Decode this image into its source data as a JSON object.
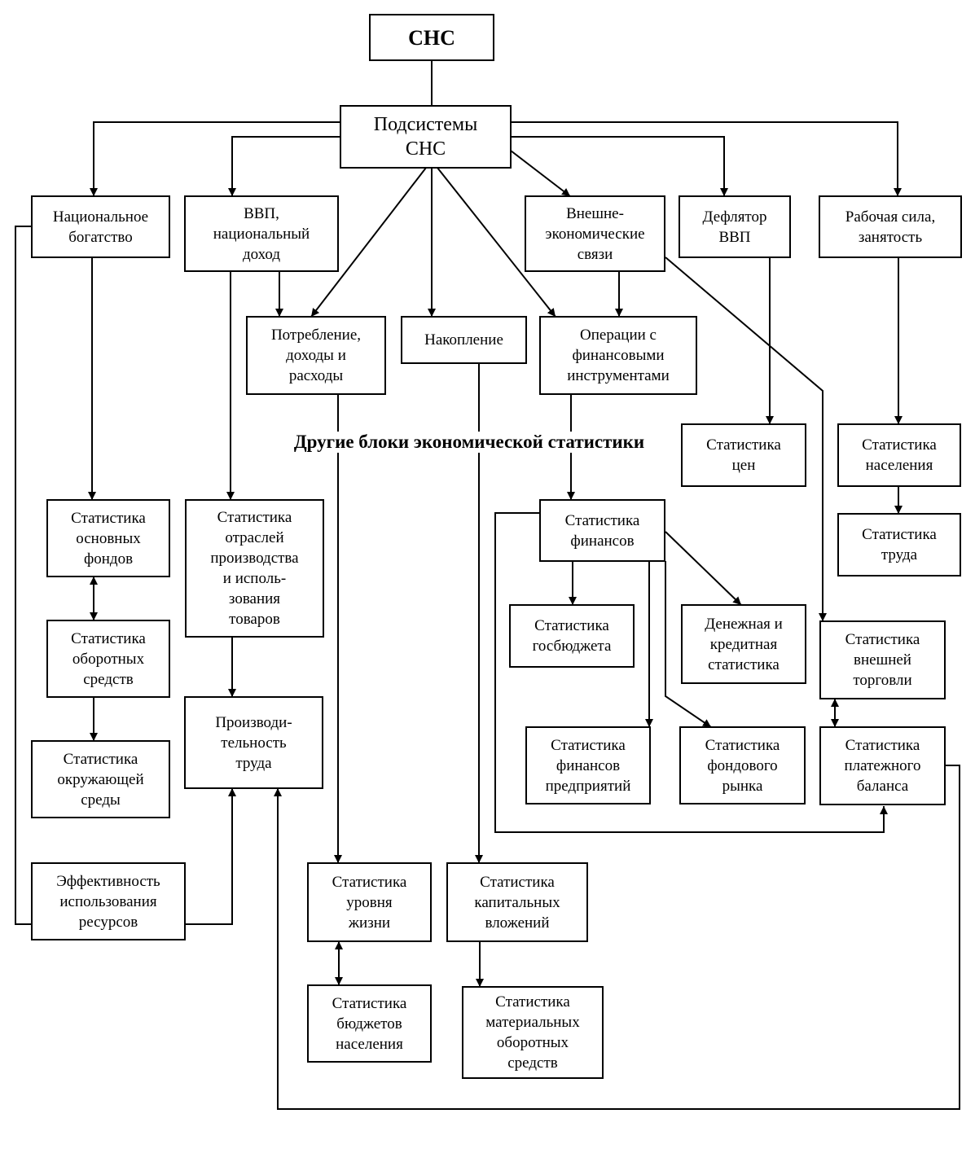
{
  "diagram": {
    "boxes": {
      "sns": "СНС",
      "subsystems": "Подсистемы\nСНС",
      "national_wealth": "Национальное\nбогатство",
      "gdp": "ВВП,\nнациональный\nдоход",
      "foreign_econ": "Внешне-\nэкономические\nсвязи",
      "deflator": "Дефлятор\nВВП",
      "labor_force": "Рабочая сила,\nзанятость",
      "consumption": "Потребление,\nдоходы и\nрасходы",
      "accumulation": "Накопление",
      "financial_ops": "Операции с\nфинансовыми\nинструментами",
      "price_stats": "Статистика\nцен",
      "population_stats": "Статистика\nнаселения",
      "labor_stats": "Статистика\nтруда",
      "fixed_assets": "Статистика\nосновных\nфондов",
      "industry_stats": "Статистика\nотраслей\nпроизводства\nи исполь-\nзования\nтоваров",
      "finance_stats": "Статистика\nфинансов",
      "working_capital": "Статистика\nоборотных\nсредств",
      "state_budget": "Статистика\nгосбюджета",
      "money_credit": "Денежная и\nкредитная\nстатистика",
      "foreign_trade": "Статистика\nвнешней\nторговли",
      "environment": "Статистика\nокружающей\nсреды",
      "productivity": "Производи-\nтельность\nтруда",
      "enterprise_finance": "Статистика\nфинансов\nпредприятий",
      "stock_market": "Статистика\nфондового\nрынка",
      "balance_payments": "Статистика\nплатежного\nбаланса",
      "efficiency": "Эффективность\nиспользования\nресурсов",
      "living_standard": "Статистика\nуровня\nжизни",
      "capital_investment": "Статистика\nкапитальных\nвложений",
      "household_budgets": "Статистика\nбюджетов\nнаселения",
      "material_working_capital": "Статистика\nматериальных\nоборотных\nсредств"
    },
    "other_blocks_heading": "Другие блоки экономической статистики"
  }
}
